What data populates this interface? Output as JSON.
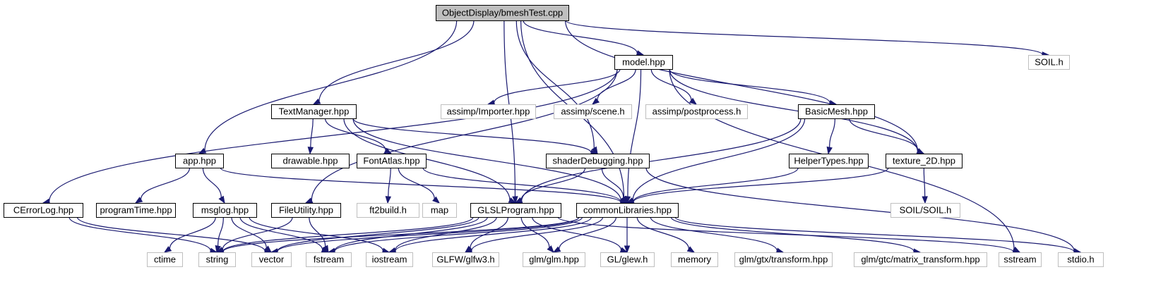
{
  "graph": {
    "title": "",
    "colors": {
      "edge": "#191970",
      "root_fill": "#bfbfbf",
      "node_border": "#000000",
      "external_border": "#bfbfbf"
    },
    "nodes": [
      {
        "id": "root",
        "label": "ObjectDisplay/bmeshTest.cpp",
        "kind": "root"
      },
      {
        "id": "model",
        "label": "model.hpp",
        "kind": "file"
      },
      {
        "id": "soil_h",
        "label": "SOIL.h",
        "kind": "external"
      },
      {
        "id": "textmgr",
        "label": "TextManager.hpp",
        "kind": "file"
      },
      {
        "id": "assimp_imp",
        "label": "assimp/Importer.hpp",
        "kind": "external"
      },
      {
        "id": "assimp_scene",
        "label": "assimp/scene.h",
        "kind": "external"
      },
      {
        "id": "assimp_post",
        "label": "assimp/postprocess.h",
        "kind": "external"
      },
      {
        "id": "basicmesh",
        "label": "BasicMesh.hpp",
        "kind": "file"
      },
      {
        "id": "app",
        "label": "app.hpp",
        "kind": "file"
      },
      {
        "id": "drawable",
        "label": "drawable.hpp",
        "kind": "file"
      },
      {
        "id": "fontatlas",
        "label": "FontAtlas.hpp",
        "kind": "file"
      },
      {
        "id": "shaderdbg",
        "label": "shaderDebugging.hpp",
        "kind": "file"
      },
      {
        "id": "helpertypes",
        "label": "HelperTypes.hpp",
        "kind": "file"
      },
      {
        "id": "texture2d",
        "label": "texture_2D.hpp",
        "kind": "file"
      },
      {
        "id": "cerrorlog",
        "label": "CErrorLog.hpp",
        "kind": "file"
      },
      {
        "id": "programtime",
        "label": "programTime.hpp",
        "kind": "file"
      },
      {
        "id": "msglog",
        "label": "msglog.hpp",
        "kind": "file"
      },
      {
        "id": "fileutil",
        "label": "FileUtility.hpp",
        "kind": "file"
      },
      {
        "id": "ft2build",
        "label": "ft2build.h",
        "kind": "external"
      },
      {
        "id": "map",
        "label": "map",
        "kind": "external"
      },
      {
        "id": "glslprog",
        "label": "GLSLProgram.hpp",
        "kind": "file"
      },
      {
        "id": "commonlibs",
        "label": "commonLibraries.hpp",
        "kind": "file"
      },
      {
        "id": "soil_soil",
        "label": "SOIL/SOIL.h",
        "kind": "external"
      },
      {
        "id": "ctime",
        "label": "ctime",
        "kind": "external"
      },
      {
        "id": "string",
        "label": "string",
        "kind": "external"
      },
      {
        "id": "vector",
        "label": "vector",
        "kind": "external"
      },
      {
        "id": "fstream",
        "label": "fstream",
        "kind": "external"
      },
      {
        "id": "iostream",
        "label": "iostream",
        "kind": "external"
      },
      {
        "id": "glfw3",
        "label": "GLFW/glfw3.h",
        "kind": "external"
      },
      {
        "id": "glm_glm",
        "label": "glm/glm.hpp",
        "kind": "external"
      },
      {
        "id": "glew",
        "label": "GL/glew.h",
        "kind": "external"
      },
      {
        "id": "memory",
        "label": "memory",
        "kind": "external"
      },
      {
        "id": "gtx_transform",
        "label": "glm/gtx/transform.hpp",
        "kind": "external"
      },
      {
        "id": "gtc_matrix",
        "label": "glm/gtc/matrix_transform.hpp",
        "kind": "external"
      },
      {
        "id": "sstream",
        "label": "sstream",
        "kind": "external"
      },
      {
        "id": "stdio",
        "label": "stdio.h",
        "kind": "external"
      }
    ],
    "edges": [
      [
        "root",
        "model"
      ],
      [
        "root",
        "soil_h"
      ],
      [
        "root",
        "textmgr"
      ],
      [
        "root",
        "app"
      ],
      [
        "root",
        "texture2d"
      ],
      [
        "root",
        "shaderdbg"
      ],
      [
        "root",
        "glslprog"
      ],
      [
        "root",
        "commonlibs"
      ],
      [
        "model",
        "assimp_imp"
      ],
      [
        "model",
        "assimp_scene"
      ],
      [
        "model",
        "assimp_post"
      ],
      [
        "model",
        "basicmesh"
      ],
      [
        "model",
        "texture2d"
      ],
      [
        "model",
        "cerrorlog"
      ],
      [
        "model",
        "fileutil"
      ],
      [
        "model",
        "commonlibs"
      ],
      [
        "model",
        "sstream"
      ],
      [
        "textmgr",
        "drawable"
      ],
      [
        "textmgr",
        "fontatlas"
      ],
      [
        "textmgr",
        "shaderdbg"
      ],
      [
        "textmgr",
        "glslprog"
      ],
      [
        "textmgr",
        "commonlibs"
      ],
      [
        "basicmesh",
        "helpertypes"
      ],
      [
        "basicmesh",
        "texture2d"
      ],
      [
        "basicmesh",
        "glslprog"
      ],
      [
        "basicmesh",
        "commonlibs"
      ],
      [
        "app",
        "programtime"
      ],
      [
        "app",
        "msglog"
      ],
      [
        "app",
        "commonlibs"
      ],
      [
        "fontatlas",
        "ft2build"
      ],
      [
        "fontatlas",
        "map"
      ],
      [
        "fontatlas",
        "commonlibs"
      ],
      [
        "shaderdbg",
        "glslprog"
      ],
      [
        "shaderdbg",
        "commonlibs"
      ],
      [
        "shaderdbg",
        "stdio"
      ],
      [
        "helpertypes",
        "commonlibs"
      ],
      [
        "texture2d",
        "soil_soil"
      ],
      [
        "texture2d",
        "commonlibs"
      ],
      [
        "cerrorlog",
        "string"
      ],
      [
        "cerrorlog",
        "vector"
      ],
      [
        "msglog",
        "ctime"
      ],
      [
        "msglog",
        "string"
      ],
      [
        "msglog",
        "vector"
      ],
      [
        "msglog",
        "fstream"
      ],
      [
        "msglog",
        "iostream"
      ],
      [
        "fileutil",
        "string"
      ],
      [
        "fileutil",
        "fstream"
      ],
      [
        "glslprog",
        "string"
      ],
      [
        "glslprog",
        "vector"
      ],
      [
        "glslprog",
        "fstream"
      ],
      [
        "glslprog",
        "iostream"
      ],
      [
        "glslprog",
        "glfw3"
      ],
      [
        "glslprog",
        "glm_glm"
      ],
      [
        "glslprog",
        "glew"
      ],
      [
        "glslprog",
        "sstream"
      ],
      [
        "commonlibs",
        "string"
      ],
      [
        "commonlibs",
        "vector"
      ],
      [
        "commonlibs",
        "fstream"
      ],
      [
        "commonlibs",
        "iostream"
      ],
      [
        "commonlibs",
        "glfw3"
      ],
      [
        "commonlibs",
        "glm_glm"
      ],
      [
        "commonlibs",
        "glew"
      ],
      [
        "commonlibs",
        "memory"
      ],
      [
        "commonlibs",
        "gtx_transform"
      ],
      [
        "commonlibs",
        "gtc_matrix"
      ],
      [
        "commonlibs",
        "stdio"
      ]
    ]
  }
}
